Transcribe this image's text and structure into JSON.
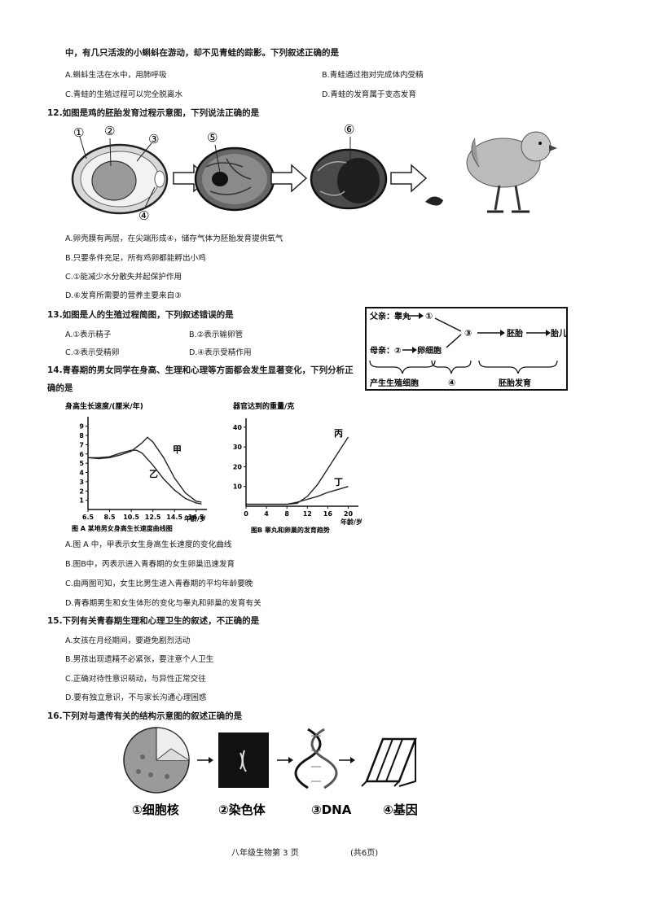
{
  "q11": {
    "stem": "中，有几只活泼的小蝌蚪在游动，却不见青蛙的踪影。下列叙述正确的是",
    "options": [
      "A.蝌蚪生活在水中，用肺呼吸",
      "B.青蛙通过抱对完成体内受精",
      "C.青蛙的生殖过程可以完全脱离水",
      "D.青蛙的发育属于变态发育"
    ]
  },
  "q12": {
    "stem": "12.如图是鸡的胚胎发育过程示意图，下列说法正确的是",
    "labels": [
      "①",
      "②",
      "③",
      "④",
      "⑤",
      "⑥"
    ],
    "options": [
      "A.卵壳膜有两层，在尖端形成④，储存气体为胚胎发育提供氧气",
      "B.只要条件充足，所有鸡卵都能孵出小鸡",
      "C.①能减少水分散失并起保护作用",
      "D.⑥发育所需要的营养主要来自③"
    ]
  },
  "q13": {
    "stem": "13.如图是人的生殖过程简图，下列叙述错误的是",
    "options": [
      "A.①表示精子",
      "B.②表示输卵管",
      "C.③表示受精卵",
      "D.④表示受精作用"
    ],
    "diagram": {
      "father": "父亲：睾丸",
      "mother": "母亲：②",
      "circle1": "①",
      "egg": "卵细胞",
      "circle3": "③",
      "embryo": "胚胎",
      "fetus": "胎儿",
      "bottom1": "产生生殖细胞",
      "bottom2": "④",
      "bottom3": "胚胎发育"
    }
  },
  "q14": {
    "stem1": "14.青春期的男女同学在身高、生理和心理等方面都会发生显著变化，下列分析正",
    "stem2": "确的是",
    "options": [
      "A.图 A 中，甲表示女生身高生长速度的变化曲线",
      "B.图B中，丙表示进入青春期的女生卵巢迅速发育",
      "C.由两图可知，女生比男生进入青春期的平均年龄要晚",
      "D.青春期男生和女生体形的变化与睾丸和卵巢的发育有关"
    ]
  },
  "chart_data": [
    {
      "type": "line",
      "title": "图 A 某地男女身高生长速度曲线图",
      "ylabel": "身高生长速度/(厘米/年)",
      "xlabel": "年龄/岁",
      "x_ticks": [
        6.5,
        8.5,
        10.5,
        12.5,
        14.5,
        16.5
      ],
      "y_ticks": [
        1,
        2,
        3,
        4,
        5,
        6,
        7,
        8,
        9
      ],
      "xlim": [
        6.5,
        17.5
      ],
      "ylim": [
        0,
        9.5
      ],
      "series": [
        {
          "name": "甲",
          "x": [
            6.5,
            7.5,
            8.5,
            9.5,
            10.5,
            11.5,
            12.0,
            12.5,
            13.5,
            14.5,
            15.5,
            16.5,
            17.0
          ],
          "y": [
            5.6,
            5.5,
            5.6,
            5.9,
            6.3,
            7.2,
            7.8,
            7.3,
            5.6,
            3.4,
            1.8,
            0.9,
            0.8
          ]
        },
        {
          "name": "乙",
          "x": [
            6.5,
            7.5,
            8.5,
            9.5,
            10.5,
            11.0,
            11.5,
            12.5,
            13.5,
            14.5,
            15.5,
            16.5,
            17.0
          ],
          "y": [
            5.6,
            5.6,
            5.7,
            6.1,
            6.4,
            6.4,
            6.1,
            4.8,
            3.3,
            2.1,
            1.2,
            0.7,
            0.6
          ]
        }
      ]
    },
    {
      "type": "line",
      "title": "图B 睾丸和卵巢的发育趋势",
      "ylabel": "器官达到的重量/克",
      "xlabel": "年龄/岁",
      "x_ticks": [
        0,
        4,
        8,
        12,
        16,
        20
      ],
      "y_ticks": [
        10,
        20,
        30,
        40
      ],
      "xlim": [
        0,
        22
      ],
      "ylim": [
        0,
        42
      ],
      "series": [
        {
          "name": "丙",
          "x": [
            0,
            4,
            8,
            10,
            12,
            14,
            16,
            18,
            20
          ],
          "y": [
            1,
            1,
            1,
            1.5,
            5,
            11,
            19,
            27,
            35
          ]
        },
        {
          "name": "丁",
          "x": [
            0,
            4,
            8,
            10,
            12,
            14,
            16,
            18,
            20
          ],
          "y": [
            1,
            1,
            1,
            2,
            3.5,
            5,
            7,
            8.5,
            10
          ]
        }
      ]
    }
  ],
  "q15": {
    "stem": "15.下列有关青春期生理和心理卫生的叙述，不正确的是",
    "options": [
      "A.女孩在月经期间，要避免剧烈活动",
      "B.男孩出现遗精不必紧张，要注意个人卫生",
      "C.正确对待性意识萌动，与异性正常交往",
      "D.要有独立意识，不与家长沟通心理困惑"
    ]
  },
  "q16": {
    "stem": "16.下列对与遗传有关的结构示意图的叙述正确的是",
    "captions": [
      "①细胞核",
      "②染色体",
      "③DNA",
      "④基因"
    ]
  },
  "footer": {
    "left": "八年级生物第 3 页",
    "right": "(共6页)"
  }
}
